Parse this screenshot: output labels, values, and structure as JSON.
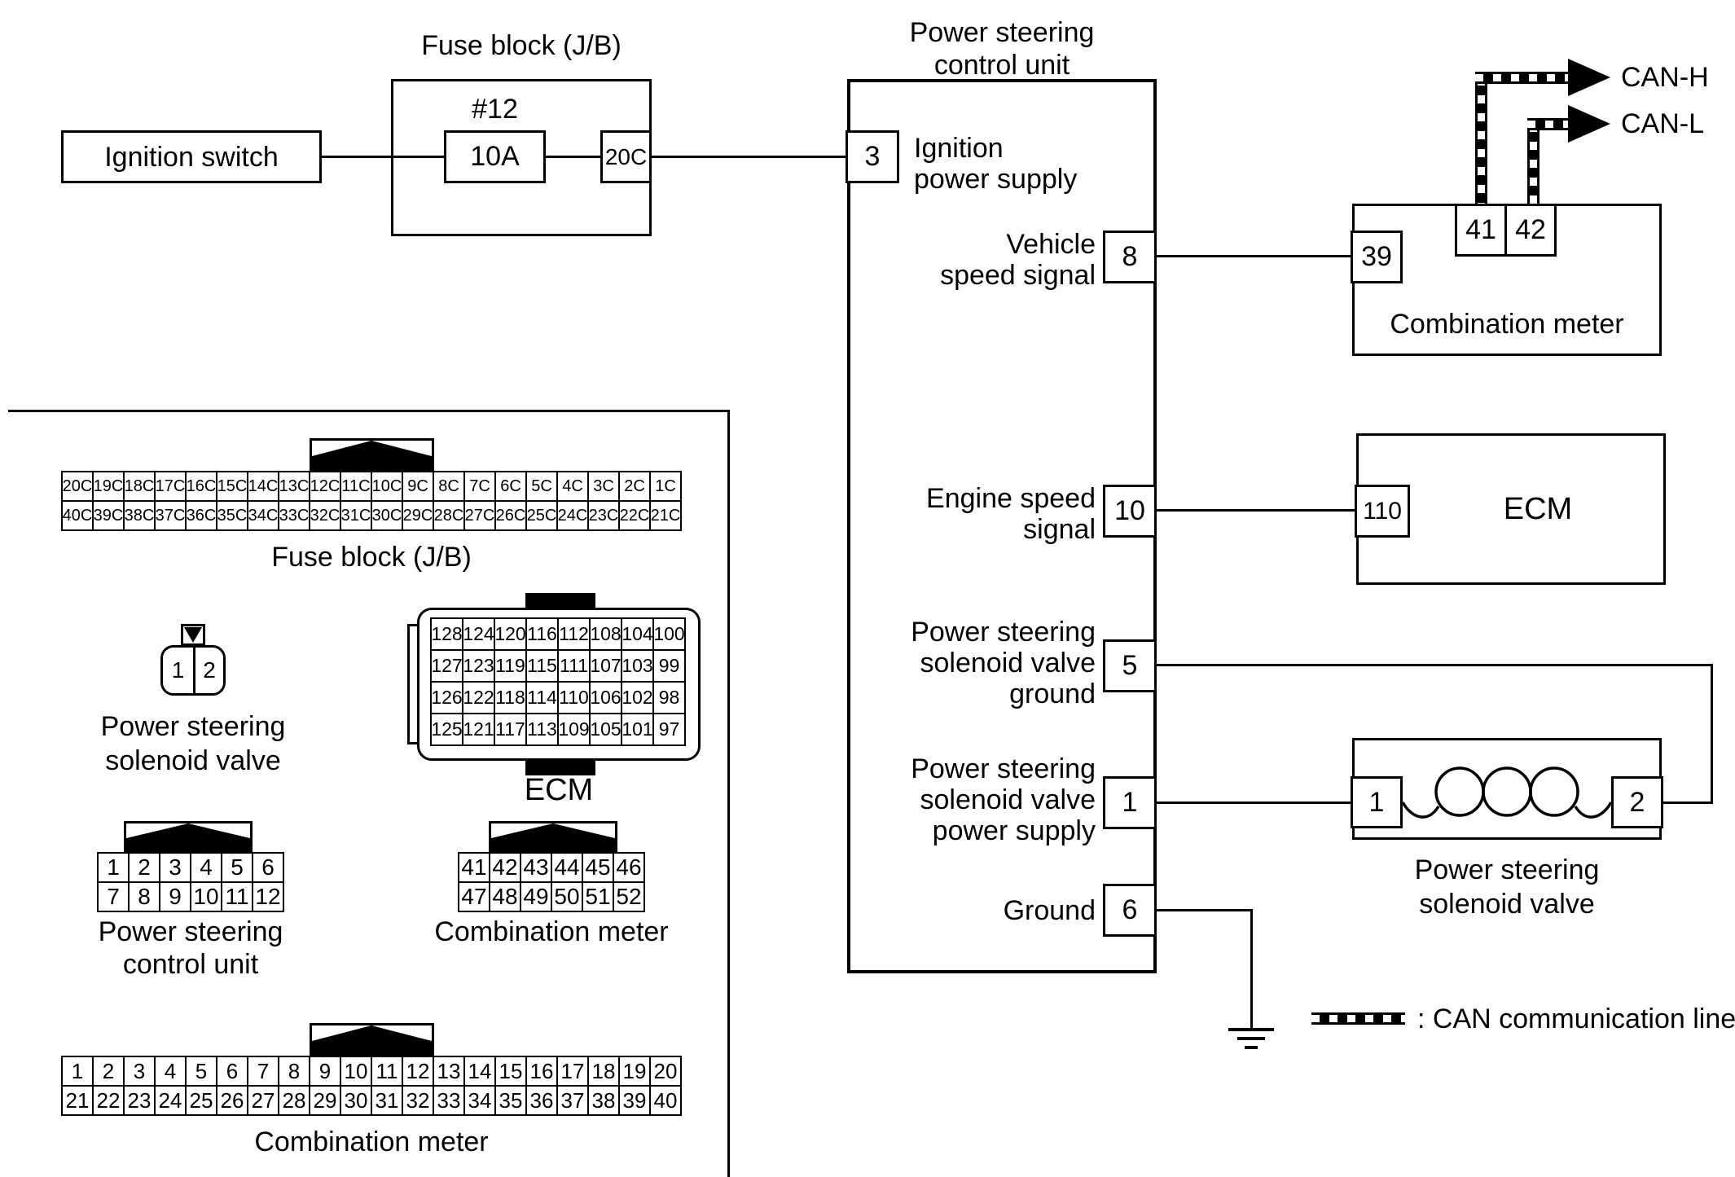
{
  "schematic": {
    "ignition_switch": "Ignition switch",
    "fuse_block": {
      "title": "Fuse block (J/B)",
      "fuse_no": "#12",
      "rating": "10A",
      "terminal": "20C"
    },
    "pscu": {
      "title_l1": "Power steering",
      "title_l2": "control unit",
      "pins": {
        "ignition_power_supply": {
          "pin": "3",
          "l1": "Ignition",
          "l2": "power supply"
        },
        "vehicle_speed_signal": {
          "pin": "8",
          "l1": "Vehicle",
          "l2": "speed signal"
        },
        "engine_speed_signal": {
          "pin": "10",
          "l1": "Engine speed",
          "l2": "signal"
        },
        "solenoid_ground": {
          "pin": "5",
          "l1": "Power steering",
          "l2": "solenoid valve",
          "l3": "ground"
        },
        "solenoid_power": {
          "pin": "1",
          "l1": "Power steering",
          "l2": "solenoid valve",
          "l3": "power supply"
        },
        "ground": {
          "pin": "6",
          "l1": "Ground"
        }
      }
    },
    "combination_meter": {
      "label": "Combination meter",
      "pin39": "39",
      "pin41": "41",
      "pin42": "42"
    },
    "can": {
      "h_label": "CAN-H",
      "l_label": "CAN-L",
      "legend": ": CAN communication line"
    },
    "ecm": {
      "label": "ECM",
      "pin110": "110"
    },
    "solenoid_valve": {
      "label_l1": "Power steering",
      "label_l2": "solenoid valve",
      "pin1": "1",
      "pin2": "2"
    }
  },
  "pinouts": {
    "fuse_block": {
      "label": "Fuse block (J/B)",
      "row1": [
        "20C",
        "19C",
        "18C",
        "17C",
        "16C",
        "15C",
        "14C",
        "13C",
        "12C",
        "11C",
        "10C",
        "9C",
        "8C",
        "7C",
        "6C",
        "5C",
        "4C",
        "3C",
        "2C",
        "1C"
      ],
      "row2": [
        "40C",
        "39C",
        "38C",
        "37C",
        "36C",
        "35C",
        "34C",
        "33C",
        "32C",
        "31C",
        "30C",
        "29C",
        "28C",
        "27C",
        "26C",
        "25C",
        "24C",
        "23C",
        "22C",
        "21C"
      ]
    },
    "solenoid_valve": {
      "label_l1": "Power steering",
      "label_l2": "solenoid valve",
      "pins": [
        "1",
        "2"
      ]
    },
    "ecm": {
      "label": "ECM",
      "rows": [
        [
          "128",
          "124",
          "120",
          "116",
          "112",
          "108",
          "104",
          "100"
        ],
        [
          "127",
          "123",
          "119",
          "115",
          "111",
          "107",
          "103",
          "99"
        ],
        [
          "126",
          "122",
          "118",
          "114",
          "110",
          "106",
          "102",
          "98"
        ],
        [
          "125",
          "121",
          "117",
          "113",
          "109",
          "105",
          "101",
          "97"
        ]
      ]
    },
    "pscu": {
      "label_l1": "Power steering",
      "label_l2": "control unit",
      "row1": [
        "1",
        "2",
        "3",
        "4",
        "5",
        "6"
      ],
      "row2": [
        "7",
        "8",
        "9",
        "10",
        "11",
        "12"
      ]
    },
    "combination_meter_small": {
      "label": "Combination meter",
      "row1": [
        "41",
        "42",
        "43",
        "44",
        "45",
        "46"
      ],
      "row2": [
        "47",
        "48",
        "49",
        "50",
        "51",
        "52"
      ]
    },
    "combination_meter_large": {
      "label": "Combination meter",
      "row1": [
        "1",
        "2",
        "3",
        "4",
        "5",
        "6",
        "7",
        "8",
        "9",
        "10",
        "11",
        "12",
        "13",
        "14",
        "15",
        "16",
        "17",
        "18",
        "19",
        "20"
      ],
      "row2": [
        "21",
        "22",
        "23",
        "24",
        "25",
        "26",
        "27",
        "28",
        "29",
        "30",
        "31",
        "32",
        "33",
        "34",
        "35",
        "36",
        "37",
        "38",
        "39",
        "40"
      ]
    }
  }
}
